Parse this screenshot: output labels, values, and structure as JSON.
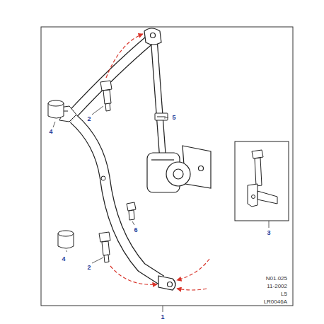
{
  "diagram": {
    "labels": [
      "2",
      "4",
      "5",
      "6",
      "3",
      "4",
      "2",
      "N01.025",
      "11-2002",
      "L5",
      "LR0046A",
      "1"
    ]
  }
}
